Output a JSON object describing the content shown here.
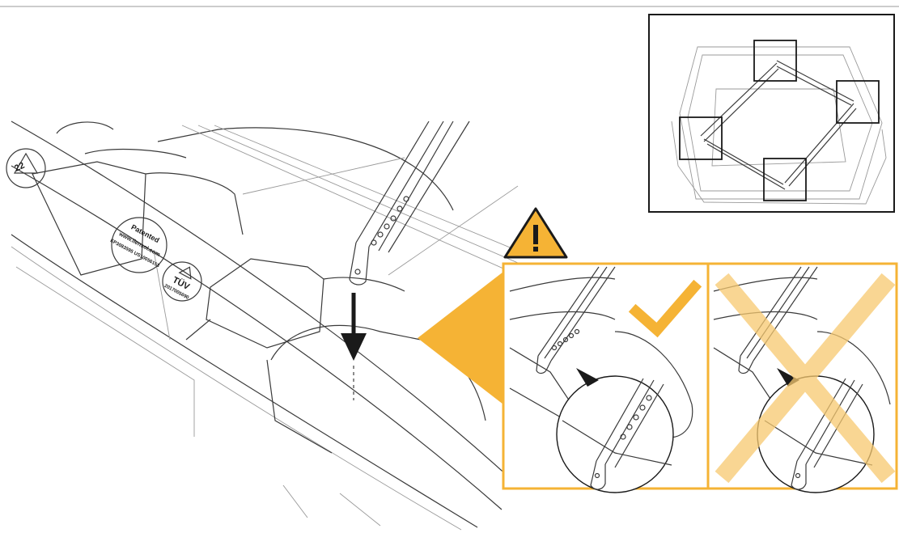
{
  "colors": {
    "accent": "#F5B335",
    "accent_light": "#F7C970",
    "line": "#3a3a3a",
    "frame": "#1a1a1a"
  },
  "labels": {
    "recycle_code": "22",
    "patent_title": "Patented",
    "patent_url": "www.ilensol.com",
    "patent_number": "EP3083595 US10056153",
    "tuv_mark": "TÜV",
    "tuv_number": "2017005690"
  },
  "icons": {
    "warning": "warning-triangle-icon",
    "correct": "check-mark-icon",
    "incorrect": "cross-mark-icon",
    "direction": "down-arrow-icon"
  }
}
